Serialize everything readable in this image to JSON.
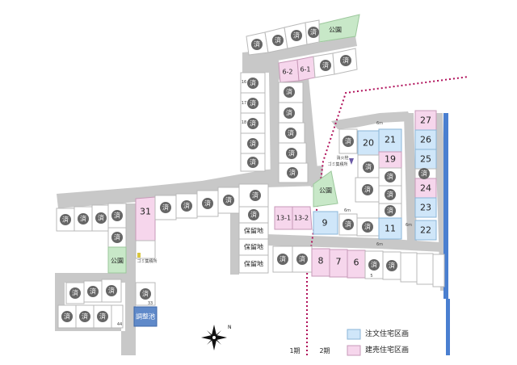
{
  "labels": {
    "sold_mark": "済",
    "park": "公園",
    "reserved": "保留地",
    "pond": "調整池",
    "garbage": "ゴミ集積所",
    "fire_cistern": "消火栓",
    "width_6m": "6m",
    "phase1": "1期",
    "phase2": "2期"
  },
  "lot_numbers": {
    "n6_2": "6-2",
    "n6_1": "6-1",
    "n31": "31",
    "n13_1": "13-1",
    "n13_2": "13-2",
    "n9": "9",
    "n8": "8",
    "n7": "7",
    "n6": "6",
    "n11": "11",
    "n20": "20",
    "n21": "21",
    "n19": "19",
    "n27": "27",
    "n26": "26",
    "n25": "25",
    "n24": "24",
    "n23": "23",
    "n22": "22",
    "n16": "16",
    "n17": "17",
    "n18": "18",
    "n33": "33",
    "n44": "44",
    "n5": "5"
  },
  "legend": {
    "order_label": "注文住宅区画",
    "built_label": "建売住宅区画",
    "colors": {
      "order": "#cfe6f9",
      "built": "#f6d6ec"
    }
  },
  "colors": {
    "sold": "#666666",
    "park": "#c8e8c8",
    "pond": "#5f89c9",
    "boundary": "#b0105a",
    "river": "#4a7fd0",
    "road": "#c8c8c8"
  },
  "icons": {
    "compass": "compass-rose-icon"
  }
}
